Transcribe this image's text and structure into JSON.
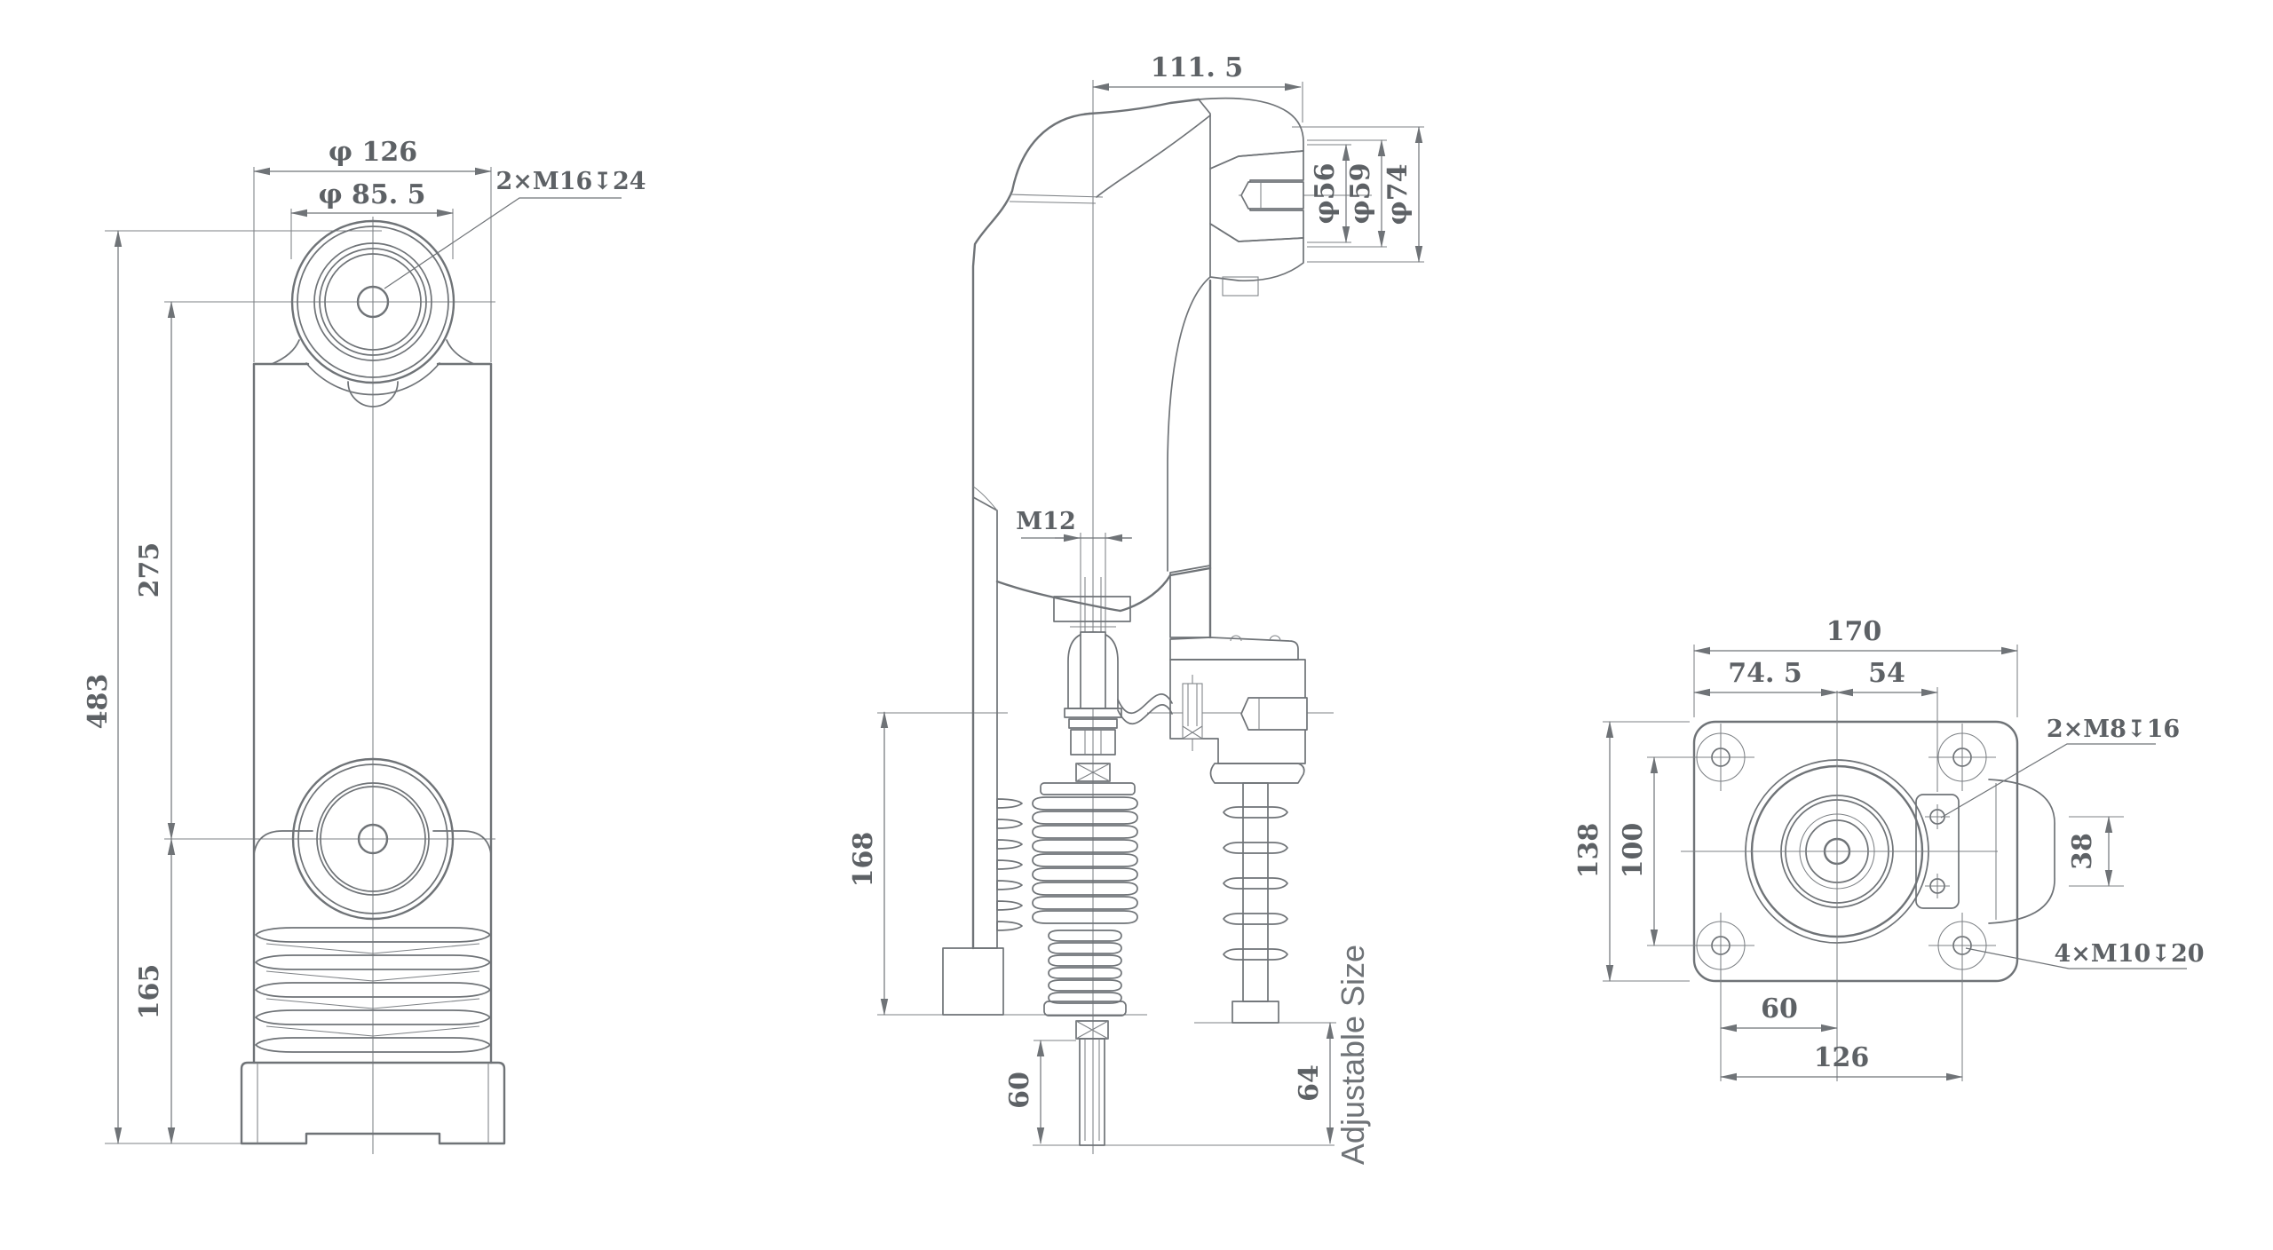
{
  "drawing": {
    "front_view": {
      "dims": {
        "phi126": "φ 126",
        "phi85_5": "φ 85. 5",
        "thread_top": "2×M16↧24",
        "total_height": "483",
        "center_span": "275",
        "lower_height": "165"
      }
    },
    "section_view": {
      "dims": {
        "top_width": "111. 5",
        "phi56": "φ56",
        "phi59": "φ59",
        "phi74": "φ74",
        "stem_thread": "M12",
        "terminal_height": "168",
        "stroke_lower": "60",
        "stroke_upper": "64",
        "adjustable": "Adjustable Size"
      }
    },
    "bottom_view": {
      "dims": {
        "flange_width": "170",
        "left_offset": "74. 5",
        "right_offset": "54",
        "side_thread": "2×M8↧16",
        "hole_gap": "38",
        "mount_thread": "4×M10↧20",
        "flange_height": "138",
        "vert_spacing": "100",
        "horiz_offset": "60",
        "horiz_spacing": "126"
      }
    },
    "colors": {
      "line": "#6f7377",
      "text": "#5d6165",
      "background": "#ffffff"
    }
  }
}
